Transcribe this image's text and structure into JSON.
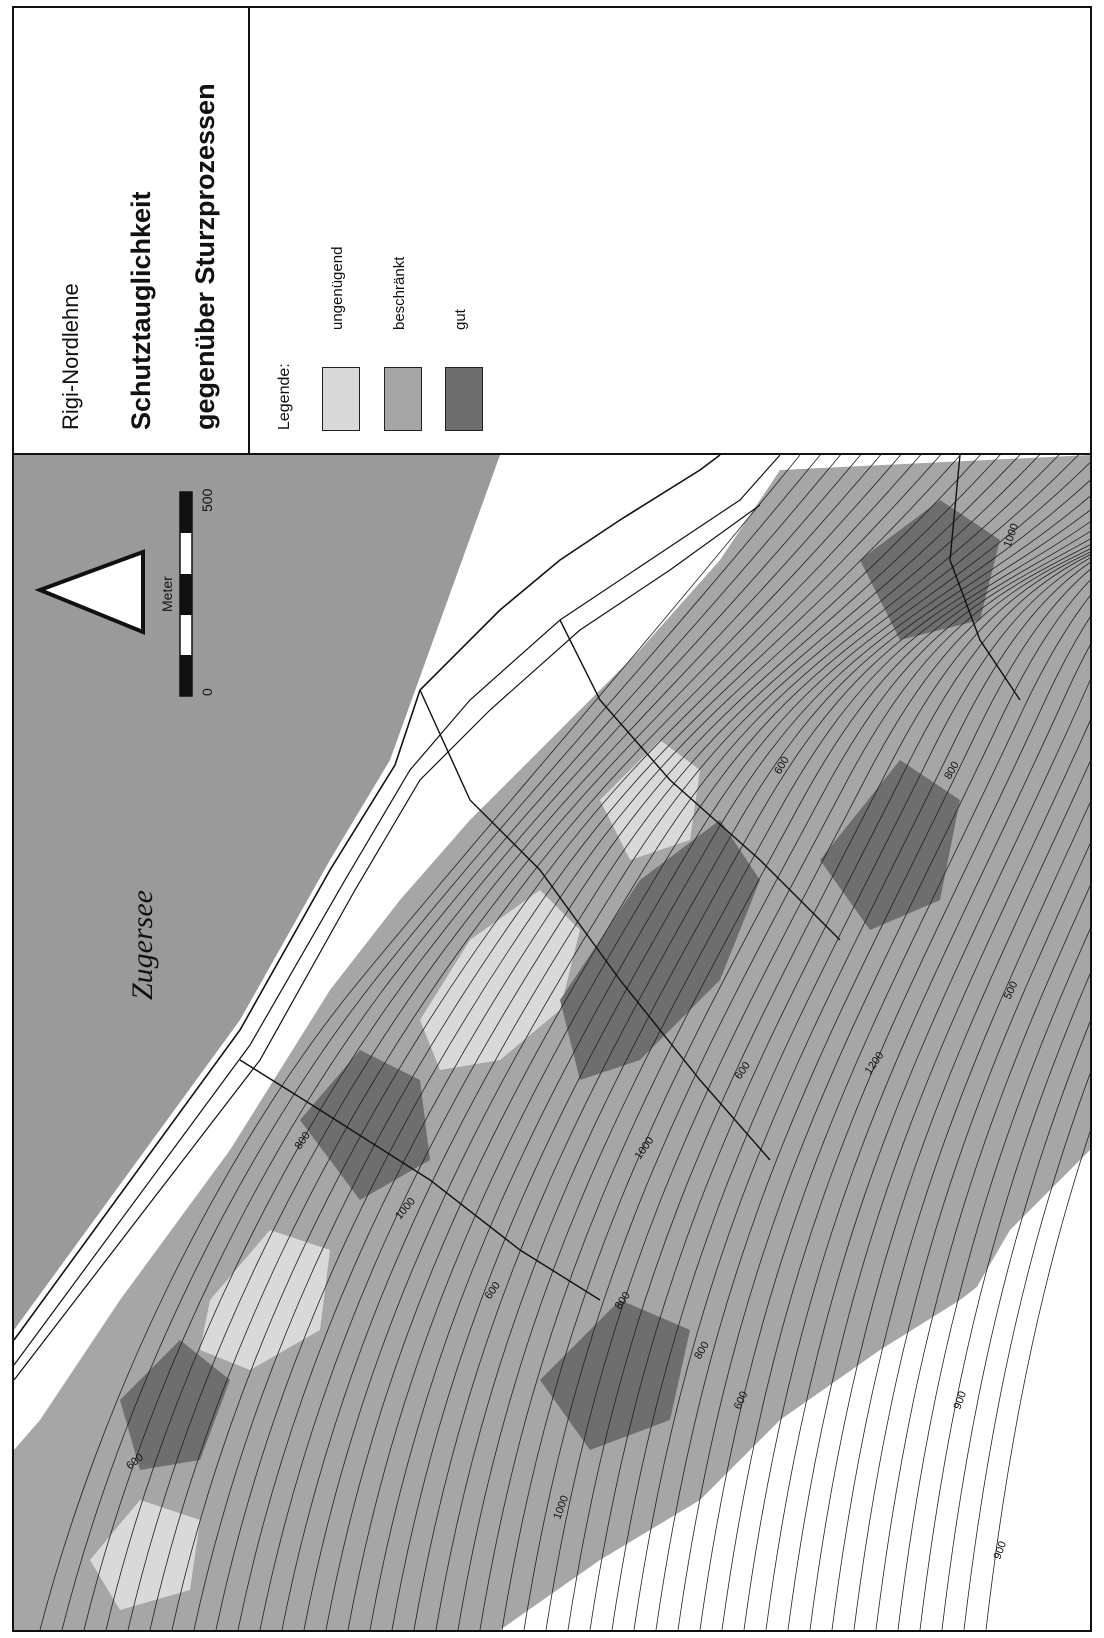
{
  "title_block": {
    "region": "Rigi-Nordlehne",
    "title_line1": "Schutztauglichkeit",
    "title_line2": "gegenüber Sturzprozessen"
  },
  "legend": {
    "heading": "Legende:",
    "items": [
      {
        "label": "ungenügend",
        "color": "#d9d9d9"
      },
      {
        "label": "beschränkt",
        "color": "#a6a6a6"
      },
      {
        "label": "gut",
        "color": "#6e6e6e"
      }
    ]
  },
  "scale_bar": {
    "start": "0",
    "end": "500",
    "unit": "Meter"
  },
  "map": {
    "lake_name": "Zugersee",
    "lake_color": "#9a9a9a",
    "contour_labels": [
      "600",
      "800",
      "1000",
      "600",
      "800",
      "1000",
      "600",
      "800",
      "1000",
      "1200",
      "600",
      "800",
      "1000",
      "900",
      "900",
      "600",
      "500"
    ]
  }
}
